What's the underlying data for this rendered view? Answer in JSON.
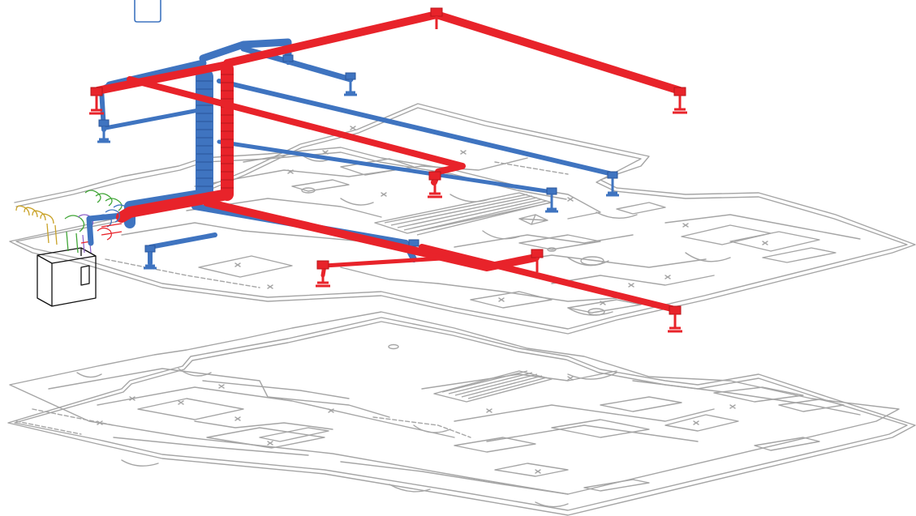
{
  "colors": {
    "background": "#ffffff",
    "plan_lines": "#a5a5a5",
    "supply_duct": "#e8232a",
    "supply_duct_edge": "#b81419",
    "return_duct": "#3f74c0",
    "return_duct_edge": "#2a559a",
    "unit_outline": "#111111",
    "flex_yellow": "#c9a227",
    "flex_green": "#3fa535",
    "flex_purple": "#8a5cc7"
  },
  "icons": {
    "hvac_unit": "hvac-unit-box-icon",
    "supply_register": "supply-register-icon",
    "return_grille": "return-grille-icon",
    "isolated_marker": "square-marker-icon"
  },
  "layers": {
    "upper_floor_plan": "plan-floor-upper",
    "lower_floor_plan": "plan-floor-lower",
    "supply_network": "supply-duct-network",
    "return_network": "return-duct-network"
  }
}
